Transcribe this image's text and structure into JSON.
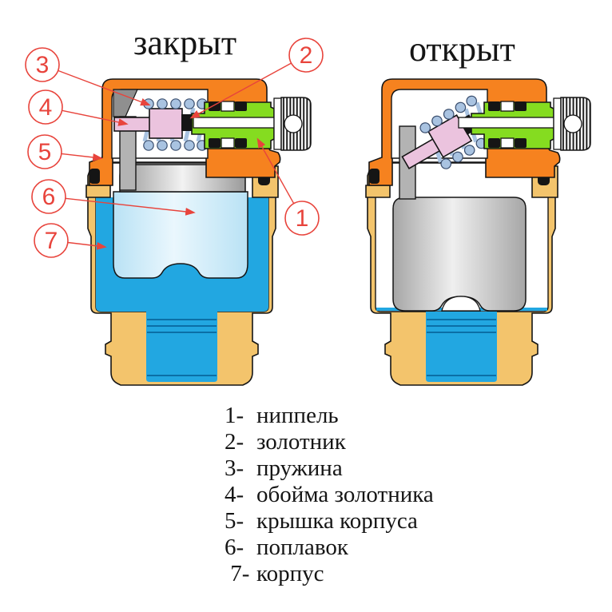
{
  "diagram": {
    "left_title": "закрыт",
    "right_title": "открыт"
  },
  "legend": {
    "items": [
      {
        "number": "1-",
        "label": "ниппель"
      },
      {
        "number": "2-",
        "label": "золотник"
      },
      {
        "number": "3-",
        "label": "пружина"
      },
      {
        "number": "4-",
        "label": "обойма золотника"
      },
      {
        "number": "5-",
        "label": "крышка корпуса"
      },
      {
        "number": "6-",
        "label": "поплавок"
      },
      {
        "number": " 7-",
        "label": "корпус"
      }
    ]
  },
  "callouts": {
    "labels": [
      "1",
      "2",
      "3",
      "4",
      "5",
      "6",
      "7"
    ]
  },
  "colors": {
    "orange": "#F6821F",
    "body_tan": "#F3C46C",
    "water_blue": "#22A7E1",
    "float_blue": "#CBE9F8",
    "nipple_green": "#85DC20",
    "holder_pink": "#EBC3DE",
    "spring_blue": "#A9C3E1",
    "rod_gray": "#B3B3B3",
    "callout_red": "#E8443C",
    "outline": "#151515"
  }
}
